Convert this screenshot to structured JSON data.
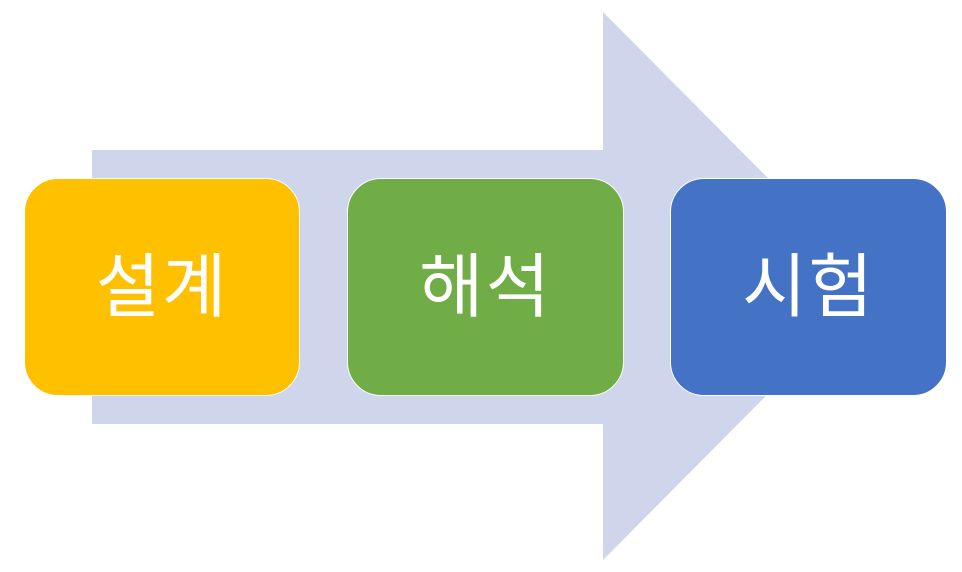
{
  "diagram": {
    "arrow_color": "#cfd5ea",
    "steps": [
      {
        "label": "설계",
        "color": "#ffc000"
      },
      {
        "label": "해석",
        "color": "#70ad47"
      },
      {
        "label": "시험",
        "color": "#4472c4"
      }
    ]
  }
}
